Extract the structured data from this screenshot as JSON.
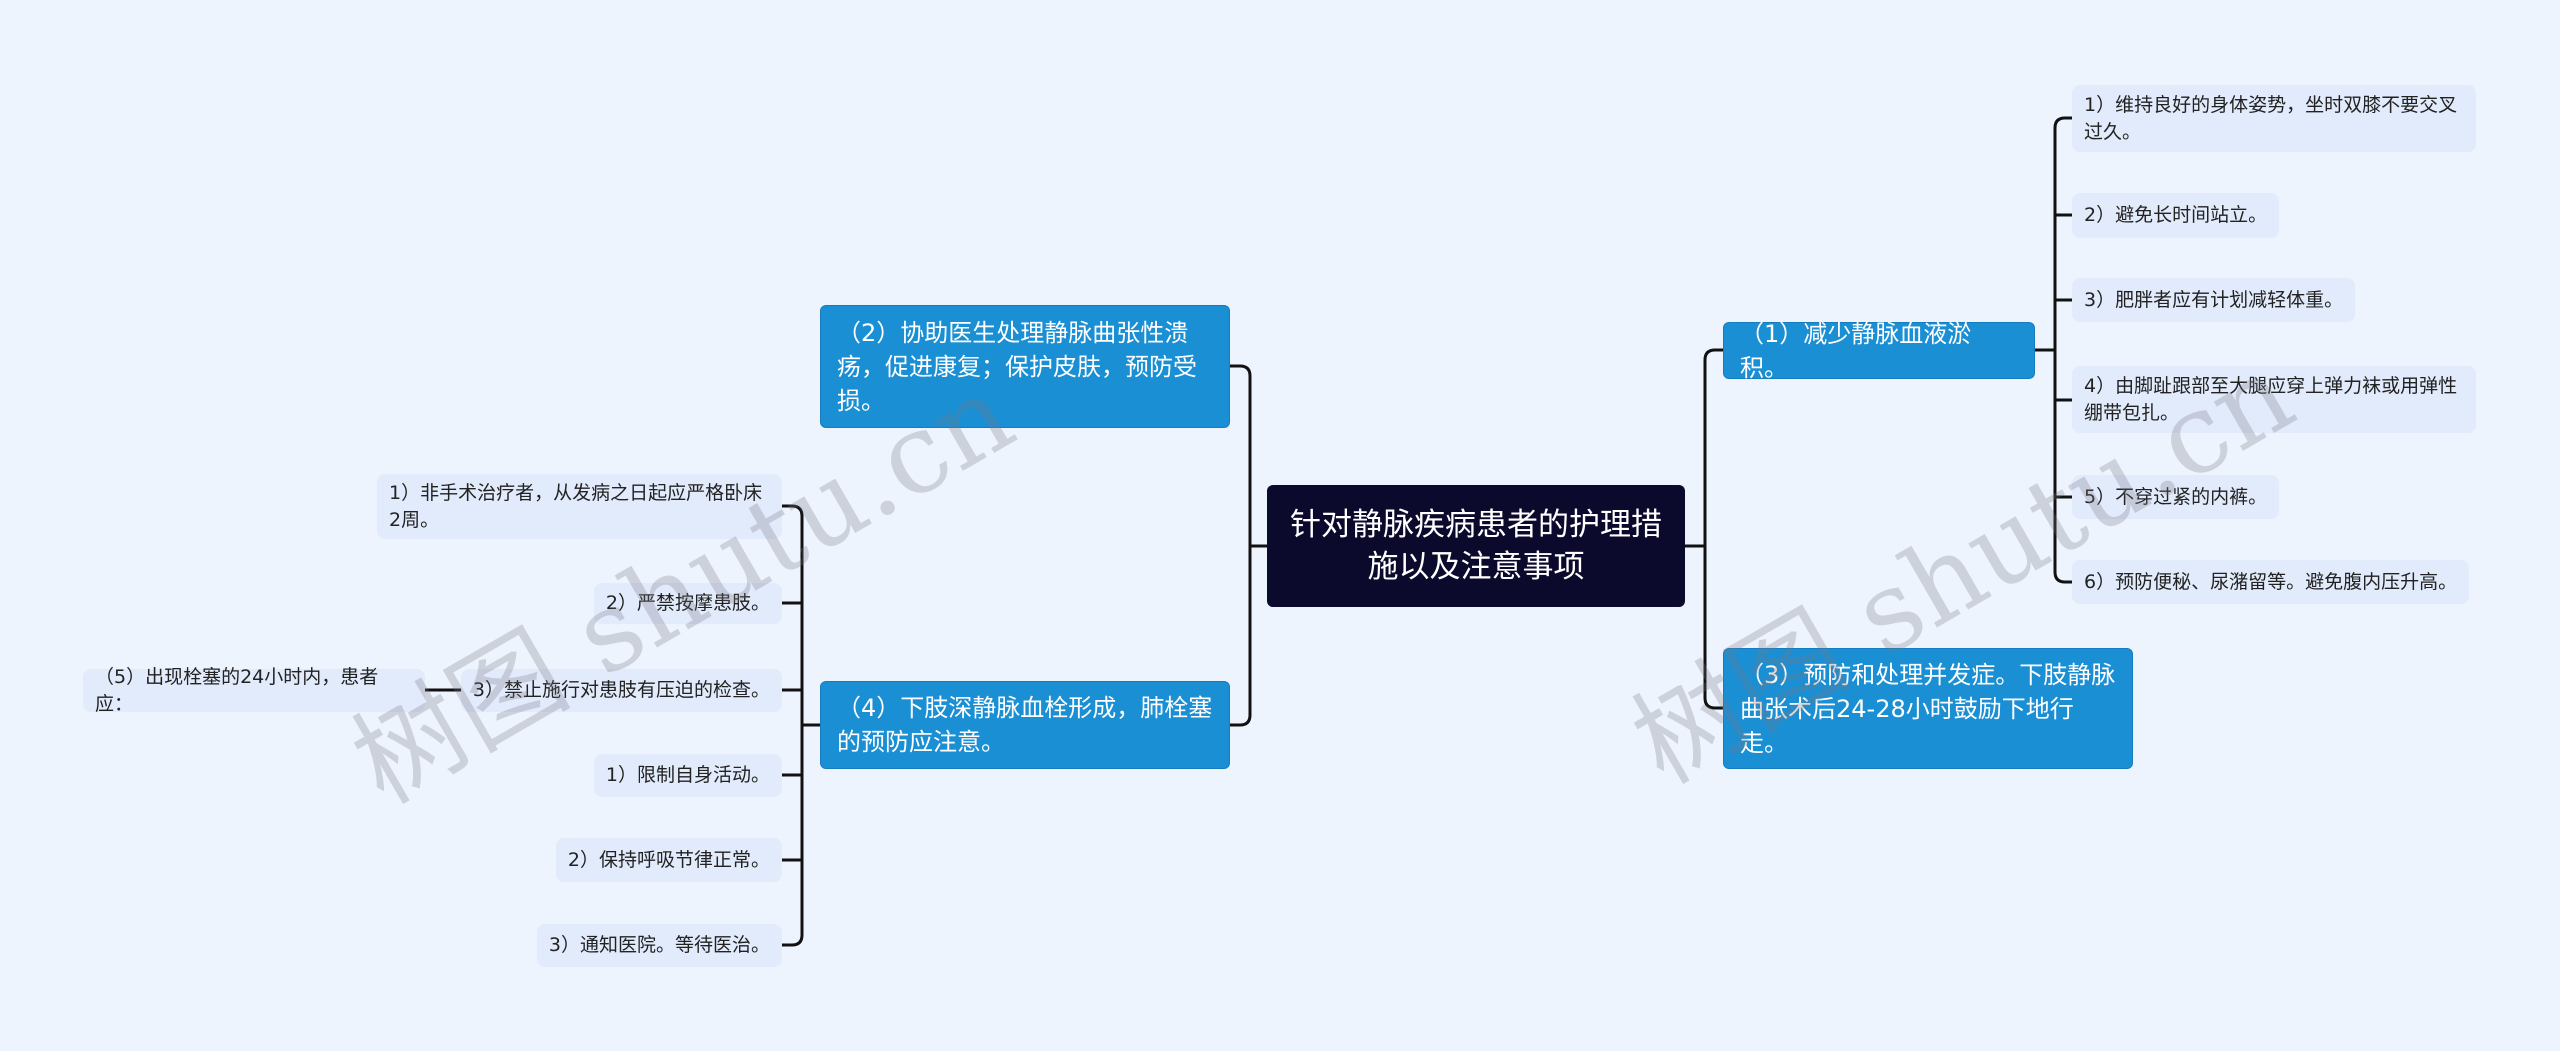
{
  "root": {
    "label": "针对静脉疾病患者的护理措施以及注意事项"
  },
  "branches": {
    "b1": {
      "label": "（1）减少静脉血液淤积。",
      "children": [
        "1）维持良好的身体姿势，坐时双膝不要交叉过久。",
        "2）避免长时间站立。",
        "3）肥胖者应有计划减轻体重。",
        "4）由脚趾跟部至大腿应穿上弹力袜或用弹性绷带包扎。",
        "5）不穿过紧的内裤。",
        "6）预防便秘、尿潴留等。避免腹内压升高。"
      ]
    },
    "b2": {
      "label": "（2）协助医生处理静脉曲张性溃疡，促进康复；保护皮肤，预防受损。"
    },
    "b3": {
      "label": "（3）预防和处理并发症。下肢静脉曲张术后24-28小时鼓励下地行走。"
    },
    "b4": {
      "label": "（4）下肢深静脉血栓形成，肺栓塞的预防应注意。",
      "children": [
        "1）非手术治疗者，从发病之日起应严格卧床2周。",
        "2）严禁按摩患肢。",
        "3）禁止施行对患肢有压迫的检查。",
        "1）限制自身活动。",
        "2）保持呼吸节律正常。",
        "3）通知医院。等待医治。"
      ],
      "sub": {
        "label": "（5）出现栓塞的24小时内，患者应："
      }
    }
  },
  "watermark": "树图 shutu.cn",
  "colors": {
    "background": "#eef4fe",
    "root": "#0c0a2c",
    "branch": "#1a8fd4",
    "leaf": "#e2ebfb"
  }
}
